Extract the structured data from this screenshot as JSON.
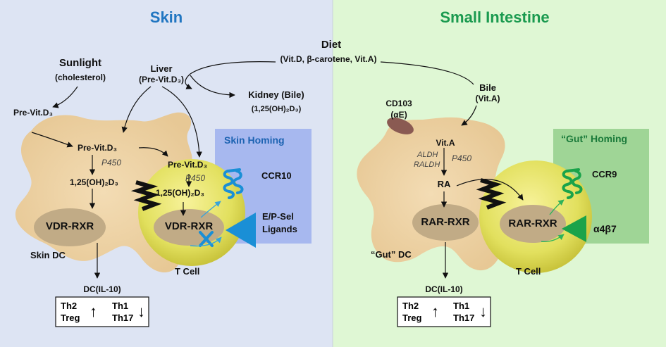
{
  "panels": {
    "skin": {
      "title": "Skin"
    },
    "intestine": {
      "title": "Small Intestine"
    }
  },
  "diet": {
    "title": "Diet",
    "sub": "(Vit.D, β-carotene, Vit.A)"
  },
  "sunlight": {
    "title": "Sunlight",
    "sub": "(cholesterol)"
  },
  "liver": {
    "title": "Liver",
    "sub": "(Pre-Vit.D₃)"
  },
  "kidney": {
    "title": "Kidney (Bile)",
    "sub": "(1,25(OH)₂D₃)"
  },
  "bile": {
    "title": "Bile",
    "sub": "(Vit.A)"
  },
  "skin_side": {
    "pre_vit_outside": "Pre-Vit.D₃",
    "dc_pre_vit": "Pre-Vit.D₃",
    "dc_p450": "P450",
    "dc_active": "1,25(OH)₂D₃",
    "dc_receptor": "VDR-RXR",
    "dc_label": "Skin DC",
    "tcell_pre_vit": "Pre-Vit.D₃",
    "tcell_p450": "P450",
    "tcell_active": "1,25(OH)₂D₃",
    "tcell_receptor": "VDR-RXR",
    "tcell_label": "T Cell",
    "homing_title": "Skin Homing",
    "ccr": "CCR10",
    "ligand_line1": "E/P-Sel",
    "ligand_line2": "Ligands",
    "dc_output": "DC(IL-10)",
    "box": {
      "th2": "Th2",
      "treg": "Treg",
      "th1": "Th1",
      "th17": "Th17",
      "up": "↑",
      "down": "↓"
    }
  },
  "gut_side": {
    "cd103": "CD103",
    "ae": "(αE)",
    "vita": "Vit.A",
    "aldh": "ALDH",
    "raldh": "RALDH",
    "p450": "P450",
    "ra": "RA",
    "dc_receptor": "RAR-RXR",
    "dc_label": "“Gut” DC",
    "tcell_receptor": "RAR-RXR",
    "tcell_label": "T Cell",
    "homing_title": "“Gut” Homing",
    "ccr": "CCR9",
    "integrin": "α4β7",
    "dc_output": "DC(IL-10)",
    "box": {
      "th2": "Th2",
      "treg": "Treg",
      "th1": "Th1",
      "th17": "Th17",
      "up": "↑",
      "down": "↓"
    }
  },
  "colors": {
    "skin_bg": "#dde4f3",
    "gut_bg": "#dff7d4",
    "dc_fill": "#efd3a4",
    "tcell_fill": "#dede55",
    "receptor_fill": "#c1ab86",
    "skin_homing_fill": "#a7b8ef",
    "gut_homing_fill": "#9fd596",
    "skin_accent": "#1a8fd6",
    "gut_accent": "#1aa34a",
    "cd103_fill": "#8a5a52"
  }
}
